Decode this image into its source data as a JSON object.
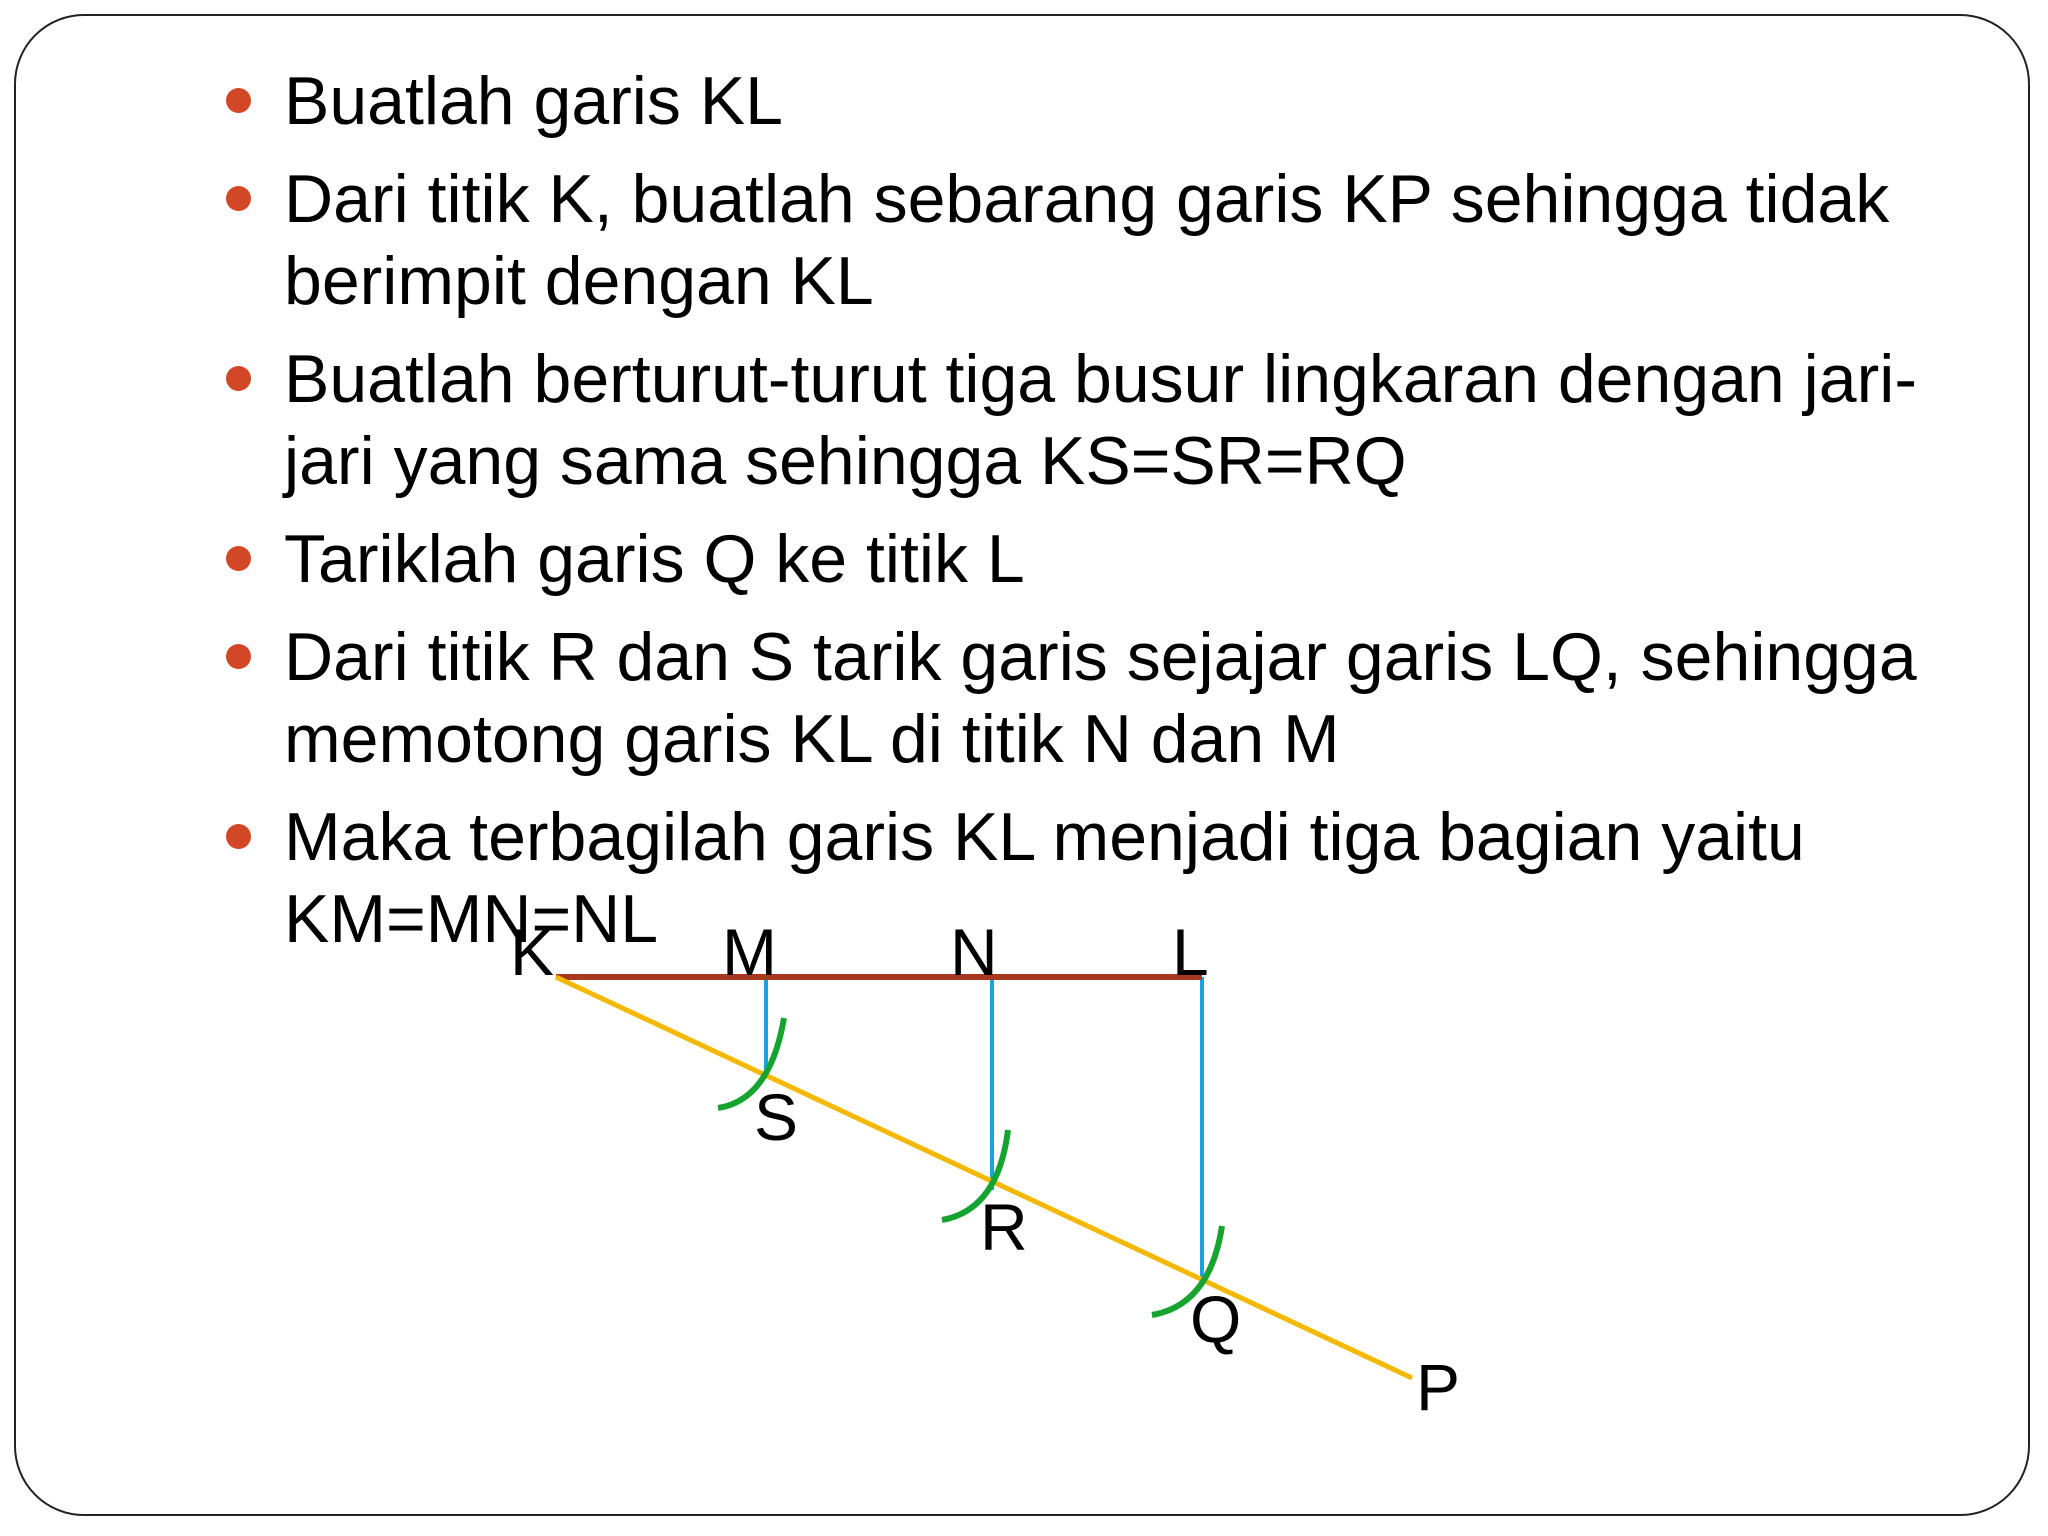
{
  "steps": [
    "Buatlah garis KL",
    "Dari titik K, buatlah sebarang garis KP sehingga tidak berimpit dengan KL",
    "Buatlah berturut-turut tiga busur lingkaran dengan jari-jari yang sama sehingga KS=SR=RQ",
    "Tariklah garis Q ke titik L",
    "Dari titik R dan S tarik garis sejajar garis LQ, sehingga memotong garis KL di titik N dan M",
    "Maka terbagilah garis KL menjadi tiga bagian yaitu KM=MN=NL"
  ],
  "diagram": {
    "point_labels": {
      "K": "K",
      "M": "M",
      "N": "N",
      "L": "L",
      "S": "S",
      "R": "R",
      "Q": "Q",
      "P": "P"
    },
    "colors": {
      "line_KL": "#a8381e",
      "line_KP": "#f5b800",
      "parallel_lines": "#1aa3e0",
      "arcs": "#16a330",
      "bullet": "#d24726"
    }
  }
}
